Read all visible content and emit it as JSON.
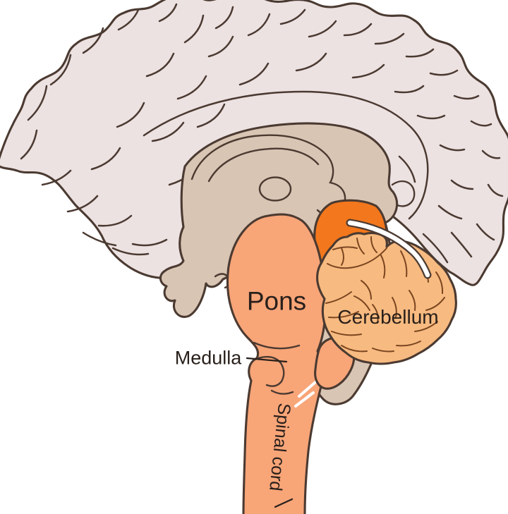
{
  "figure": {
    "labels": {
      "pons": "Pons",
      "cerebellum": "Cerebellum",
      "medulla": "Medulla",
      "spinal_cord": "Spinal cord"
    },
    "regions": [
      {
        "name": "cerebrum",
        "color": "#ece2e2",
        "labeled": false
      },
      {
        "name": "inner brain (corpus callosum / thalamus area)",
        "color": "#d9c5b4",
        "labeled": false
      },
      {
        "name": "midbrain",
        "color": "#f3771c",
        "labeled": false
      },
      {
        "name": "pons",
        "color": "#f8a578",
        "labeled": true
      },
      {
        "name": "medulla",
        "color": "#f8a578",
        "labeled": true
      },
      {
        "name": "spinal cord",
        "color": "#f8a578",
        "labeled": true
      },
      {
        "name": "cerebellum",
        "color": "#f7ba80",
        "labeled": true
      }
    ],
    "colors": {
      "background": "#ffffff",
      "outline": "#4b3a31",
      "cerebrum": "#ece2e2",
      "inner_brain": "#d9c5b4",
      "midbrain": "#f3771c",
      "brainstem": "#f8a578",
      "cerebellum": "#f7ba80",
      "fissure": "#7a4520",
      "label_text": "#29201b"
    }
  }
}
